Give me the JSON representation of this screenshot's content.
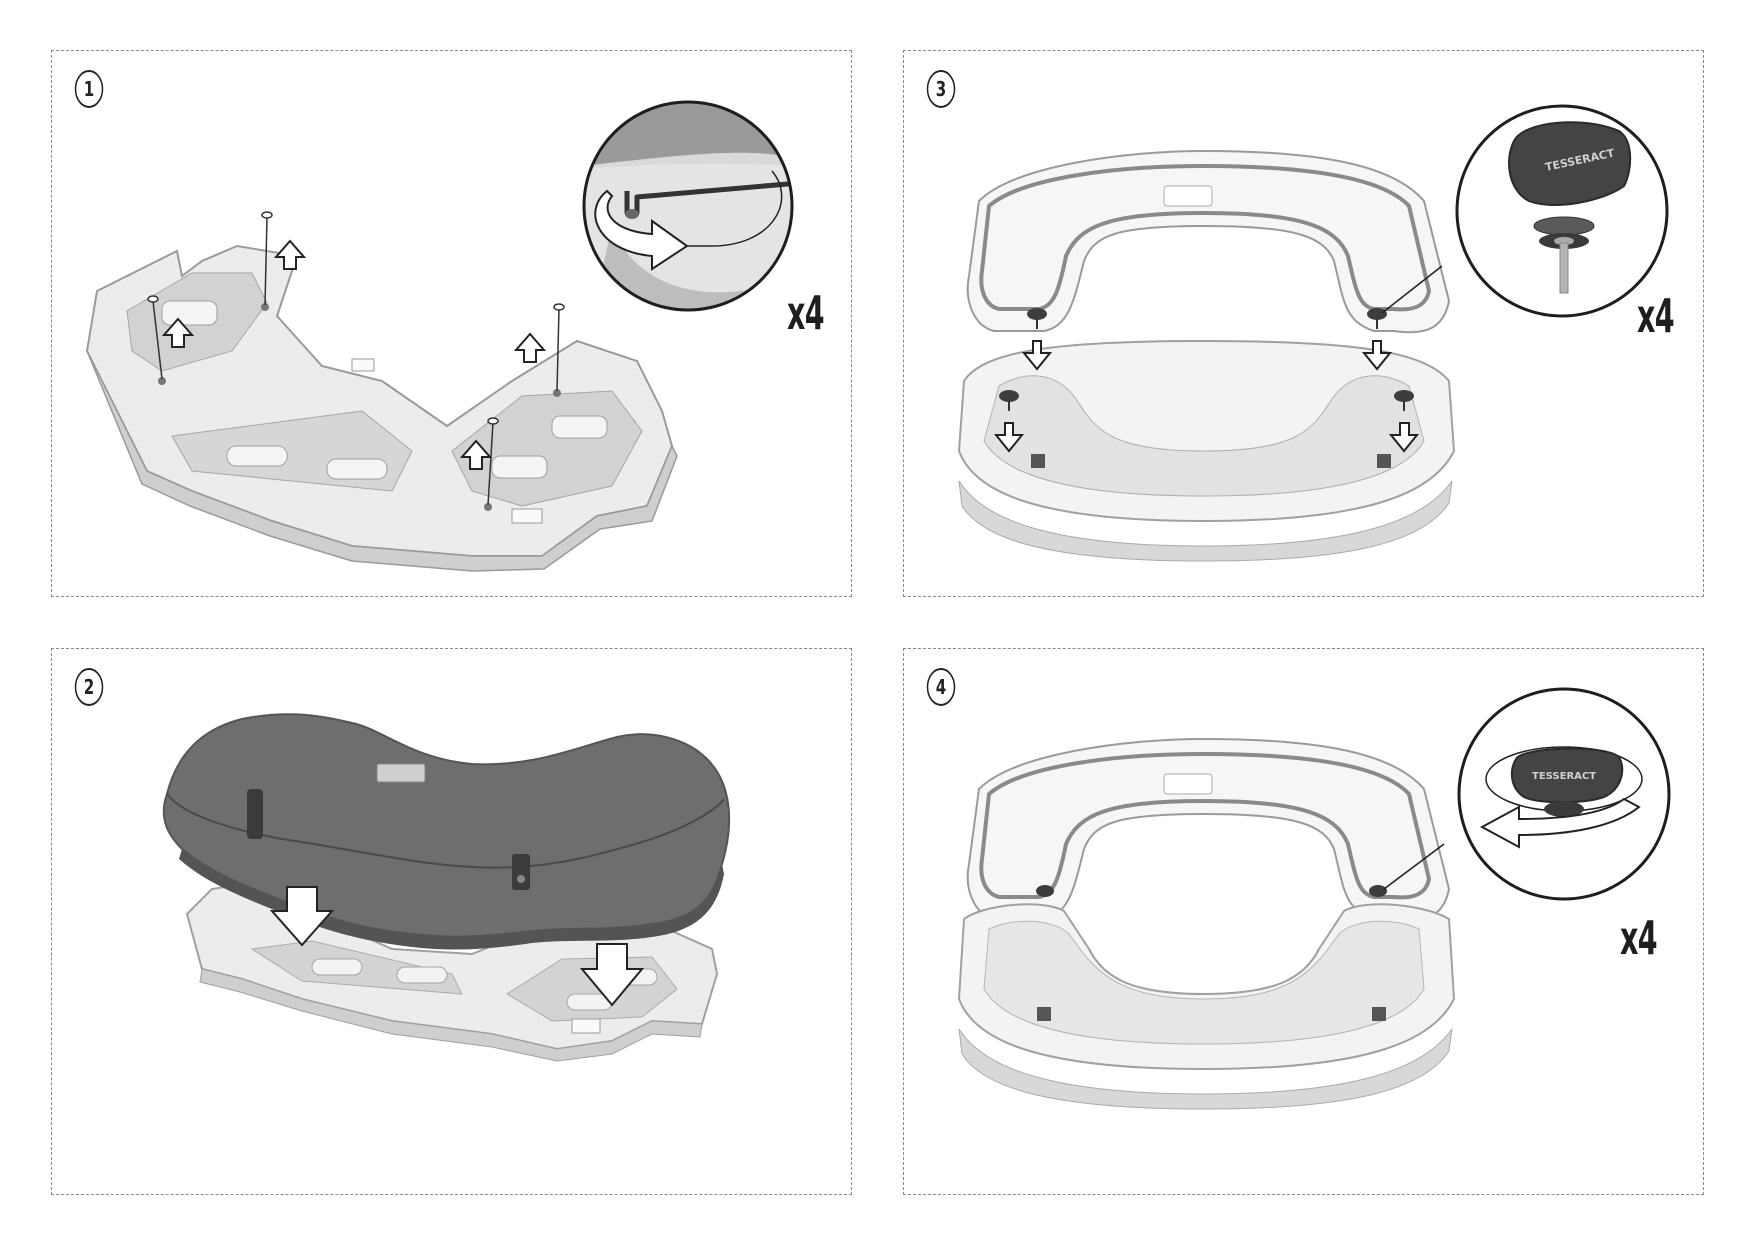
{
  "steps": [
    {
      "number": "1",
      "quantity": "x4"
    },
    {
      "number": "2"
    },
    {
      "number": "3",
      "quantity": "x4"
    },
    {
      "number": "4",
      "quantity": "x4"
    }
  ],
  "brand_lettering": "TESSERACT",
  "colors": {
    "border": "#8a8a8a",
    "line": "#222222",
    "plate": "#e6e6e6",
    "plate_shadow": "#c8c8c8",
    "bag": "#6b6b6b",
    "knob": "#3d3d3d"
  },
  "icons": [
    "step-number-badge",
    "up-arrow-icon",
    "down-arrow-icon",
    "rotate-arrow-icon",
    "hex-key-icon",
    "knob-icon",
    "screw-icon"
  ]
}
